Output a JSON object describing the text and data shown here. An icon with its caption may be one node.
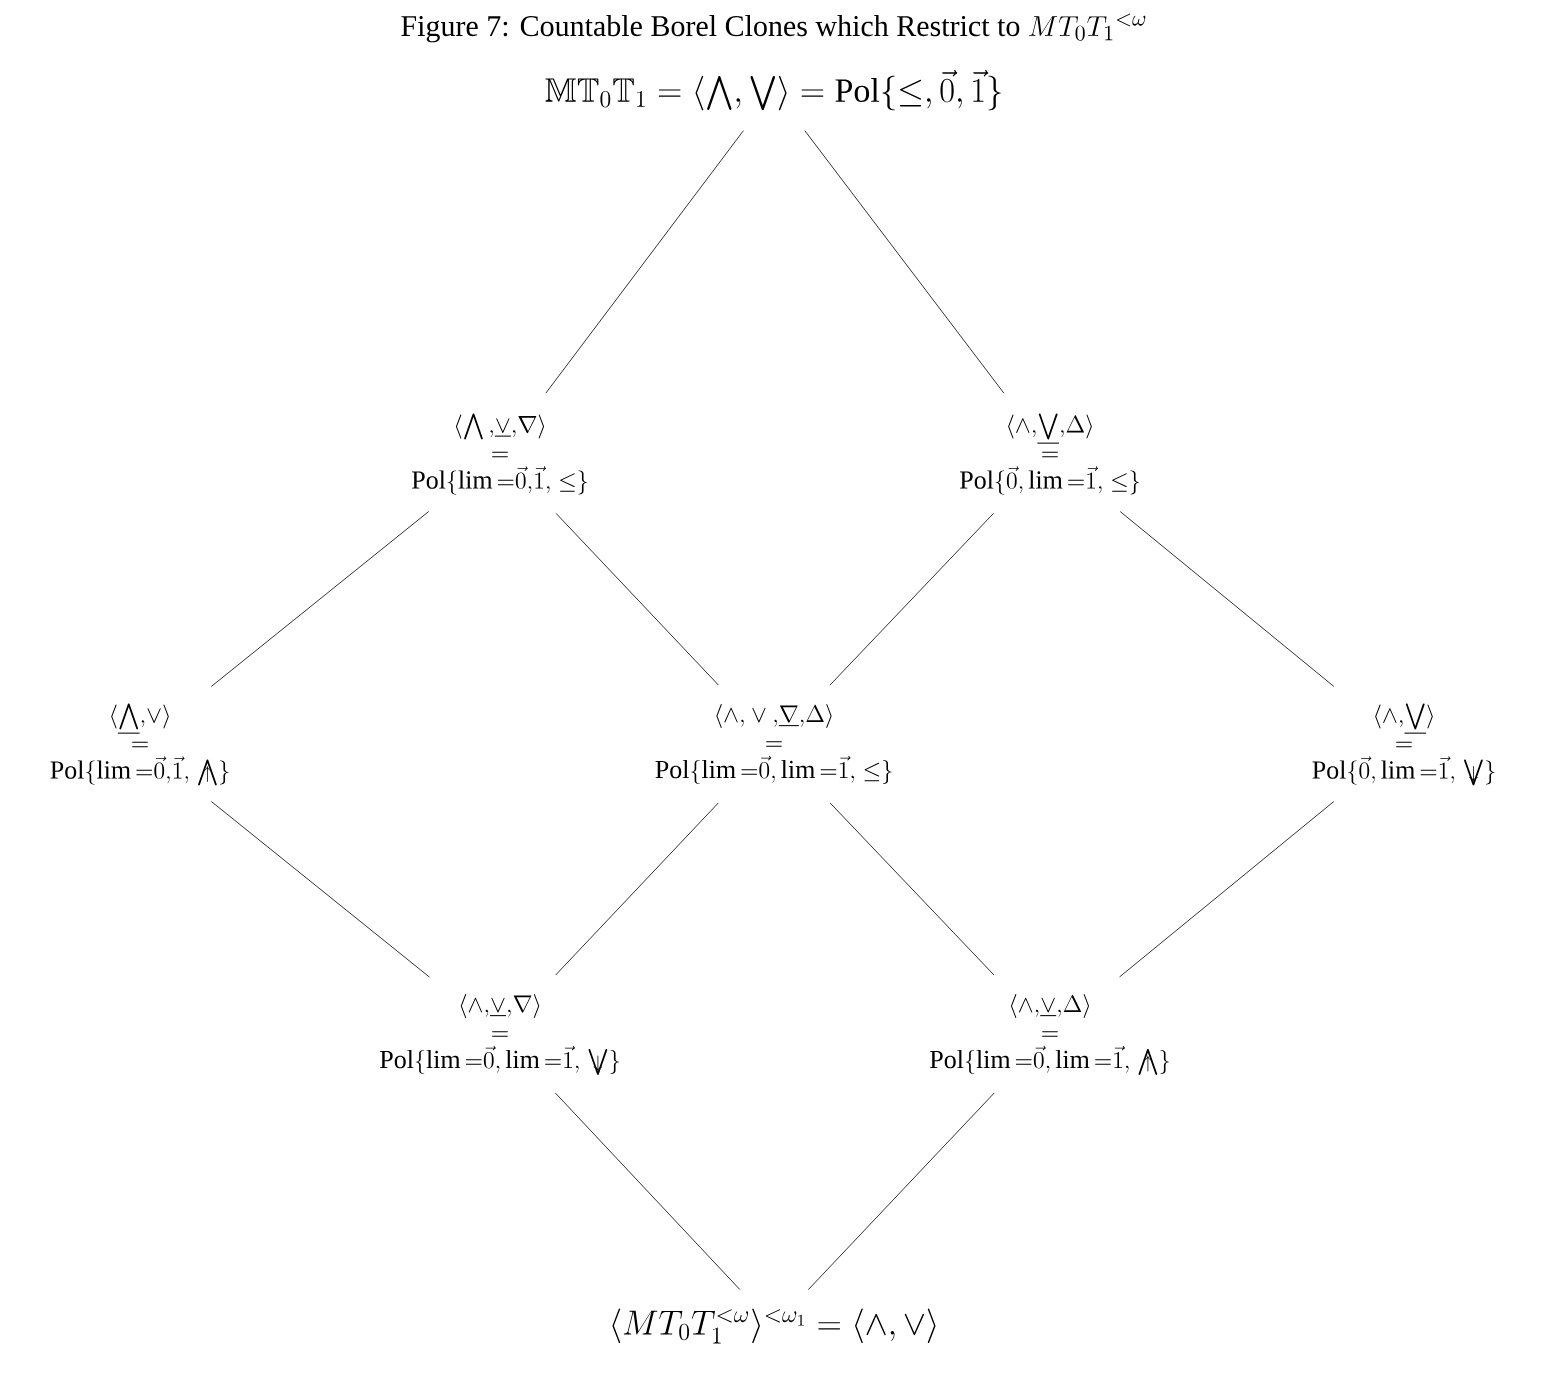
{
  "diagram": {
    "title": "\\mbox{Figure 7: Countable Borel Clones which Restrict to }MT_0T_1{}^{<\\omega}",
    "nodes": [
      {
        "text": [
          "\\mathbb{MT}_0\\mathbb{T}_1=\\langle\\bigwedge,\\bigvee\\rangle=\\mathrm{Pol}\\{\\leq,\\vec{0},\\vec{1}\\}"
        ]
      },
      {
        "text": [
          "\\langle\\bigwedge{,}\\underline{\\vee}{,}\\nabla\\rangle",
          "=",
          "\\mathrm{Pol}\\{\\lim{=}\\vec{0}{,}\\vec{1}{,}\\leq\\}"
        ]
      },
      {
        "text": [
          "\\langle\\wedge{,}\\underline{\\bigvee}{,}\\Delta\\rangle",
          "=",
          "\\mathrm{Pol}\\{\\vec{0}{,}\\lim{=}\\vec{1}{,}\\leq\\}"
        ]
      },
      {
        "text": [
          "\\langle\\underline{\\bigwedge}{,}\\vee\\rangle",
          "=",
          "\\mathrm{Pol}\\{\\lim{=}\\vec{0}{,}\\vec{1}{,}\\mathrel{\\ooalign{$\\bigwedge$\\cr\\hidewidth$\\scriptstyle\\uparrow$\\hidewidth\\cr}}\\}"
        ]
      },
      {
        "text": [
          "\\langle\\wedge{,}\\vee{,}\\underline{\\nabla}{,}\\Delta\\rangle",
          "=",
          "\\mathrm{Pol}\\{\\lim{=}\\vec{0}{,}\\lim{=}\\vec{1}{,}\\leq\\}"
        ]
      },
      {
        "text": [
          "\\langle\\wedge{,}\\underline{\\bigvee}\\rangle",
          "=",
          "\\mathrm{Pol}\\{\\vec{0}{,}\\lim{=}\\vec{1}{,}\\mathrel{\\ooalign{$\\bigvee$\\cr\\hidewidth$\\scriptstyle\\downarrow$\\hidewidth\\cr}}\\}"
        ]
      },
      {
        "text": [
          "\\langle\\wedge{,}\\underline{\\vee}{,}\\nabla\\rangle",
          "=",
          "\\mathrm{Pol}\\{\\lim{=}\\vec{0}{,}\\lim{=}\\vec{1}{,}\\mathrel{\\ooalign{$\\bigvee$\\cr\\hidewidth$\\scriptstyle\\downarrow$\\hidewidth\\cr}}\\}"
        ]
      },
      {
        "text": [
          "\\langle\\wedge{,}\\underline{\\vee}{,}\\Delta\\rangle",
          "=",
          "\\mathrm{Pol}\\{\\lim{=}\\vec{0}{,}\\lim{=}\\vec{1}{,}\\mathrel{\\ooalign{$\\bigwedge$\\cr\\hidewidth$\\scriptstyle\\uparrow$\\hidewidth\\cr}}\\}"
        ]
      },
      {
        "text": [
          "\\langle MT_0T_1^{<\\omega}\\rangle^{<\\omega_1}=\\langle\\wedge,\\vee\\rangle"
        ]
      }
    ],
    "edges": [
      {
        "from": 0,
        "to": 1,
        "arrow": "none"
      },
      {
        "from": 0,
        "to": 2,
        "arrow": "none"
      },
      {
        "from": 1,
        "to": 3,
        "arrow": "none"
      },
      {
        "from": 1,
        "to": 4,
        "arrow": "none"
      },
      {
        "from": 2,
        "to": 4,
        "arrow": "none"
      },
      {
        "from": 2,
        "to": 5,
        "arrow": "none"
      },
      {
        "from": 3,
        "to": 6,
        "arrow": "none"
      },
      {
        "from": 4,
        "to": 6,
        "arrow": "none"
      },
      {
        "from": 4,
        "to": 7,
        "arrow": "none"
      },
      {
        "from": 5,
        "to": 7,
        "arrow": "none"
      },
      {
        "from": 6,
        "to": 8,
        "arrow": "none"
      },
      {
        "from": 7,
        "to": 8,
        "arrow": "none"
      }
    ]
  }
}
